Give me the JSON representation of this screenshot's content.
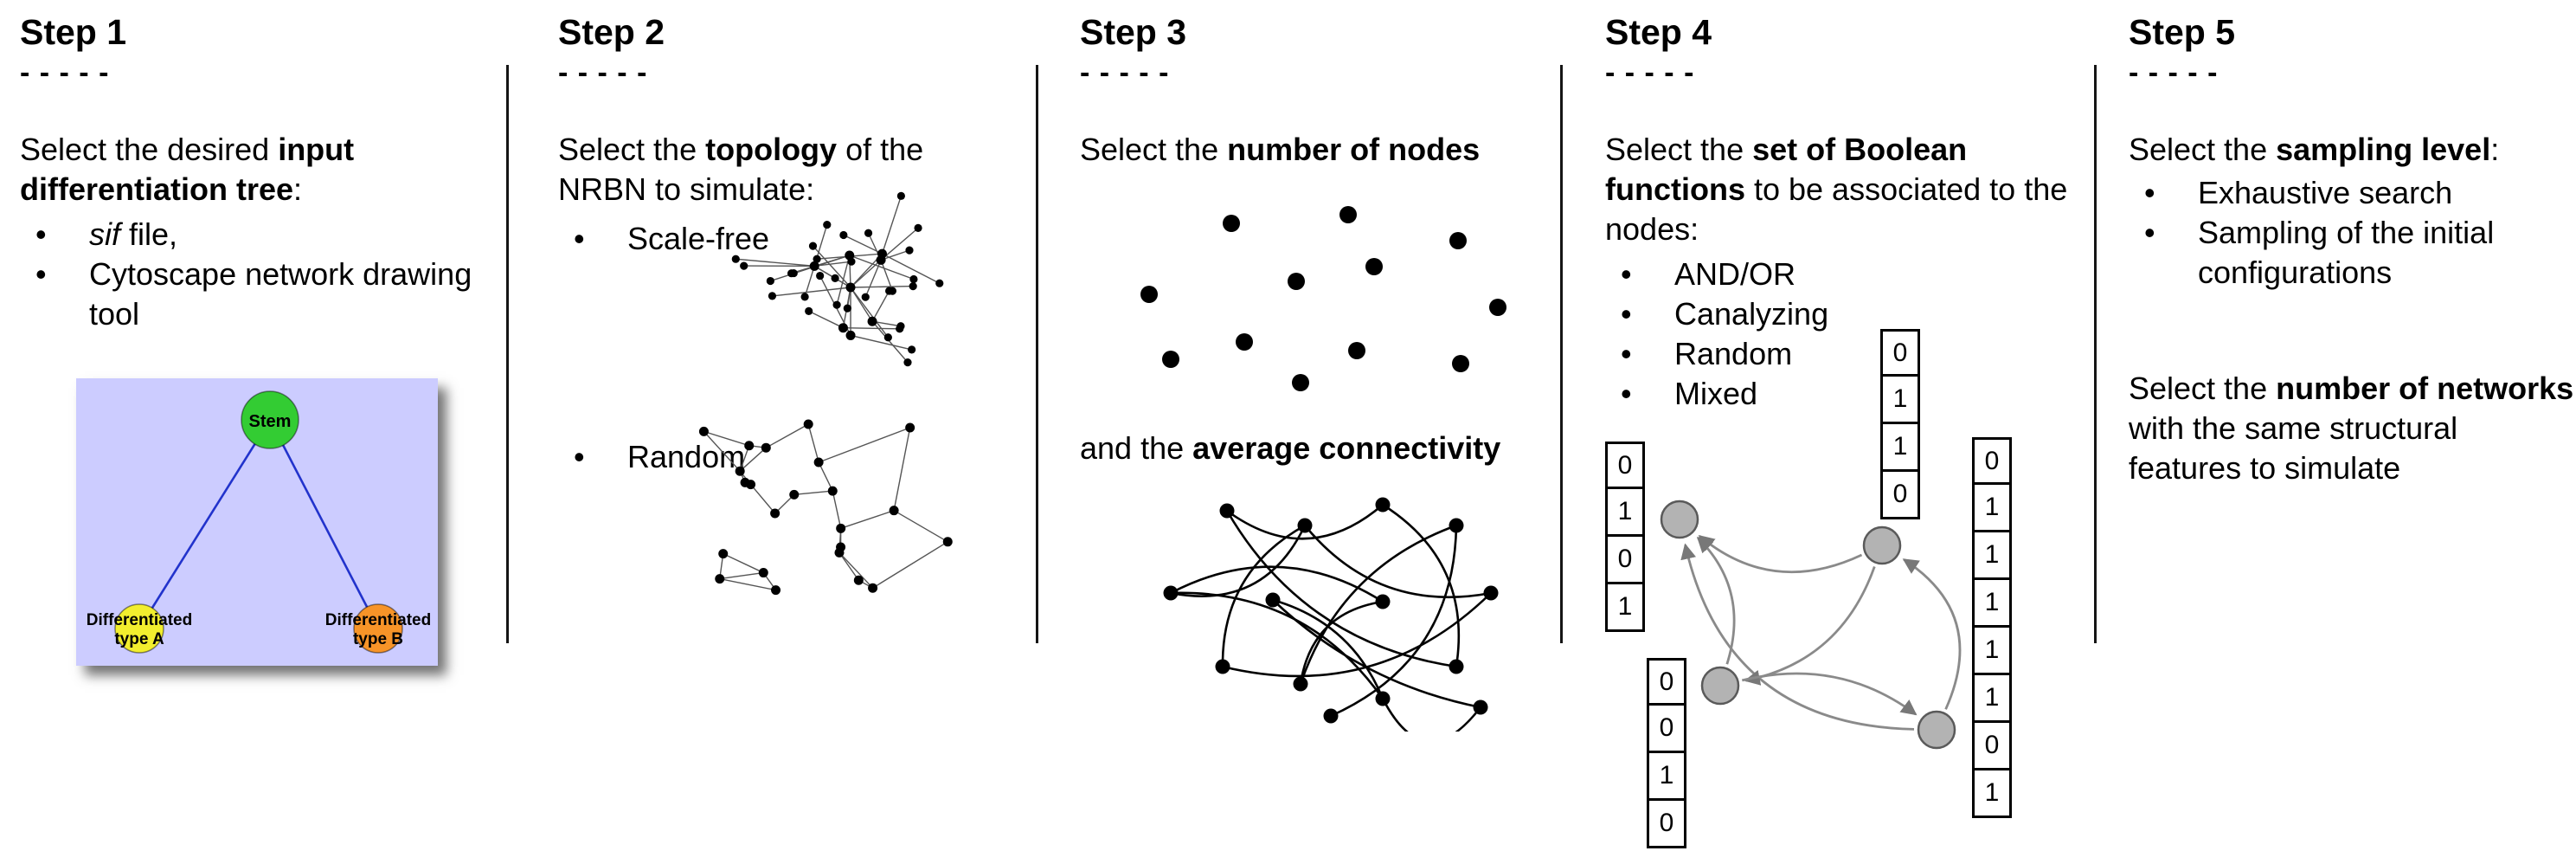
{
  "colors": {
    "divider": "#151515",
    "tree_background": "#ccccff",
    "stem_green": "#33cc33",
    "type_a_yellow": "#f2ee2e",
    "type_b_orange": "#f79428",
    "tree_edge_blue": "#2233cc",
    "network_node_gray": "#b3b3b3",
    "arrow_gray": "#8a8a8a"
  },
  "steps": [
    {
      "title": "Step 1",
      "dashes": "- - - - -",
      "intro": {
        "pre": "Select the desired ",
        "bold": "input differentiation tree",
        "post": ":"
      },
      "bullets": [
        {
          "italic": "sif",
          "text": " file,"
        },
        {
          "italic": "",
          "text": "Cytoscape network drawing tool"
        }
      ],
      "tree": {
        "root_label": "Stem",
        "left_label_line1": "Differentiated",
        "left_label_line2": "type A",
        "right_label_line1": "Differentiated",
        "right_label_line2": "type B"
      }
    },
    {
      "title": "Step 2",
      "dashes": "- - - - -",
      "intro": {
        "pre": "Select the ",
        "bold": "topology",
        "post": " of the NRBN to simulate:"
      },
      "bullets": [
        {
          "text": "Scale-free"
        },
        {
          "text": "Random"
        }
      ]
    },
    {
      "title": "Step 3",
      "dashes": "- - - - -",
      "intro": {
        "pre": "Select the ",
        "bold": "number of nodes",
        "post": ""
      },
      "second": {
        "pre": "and the ",
        "bold": "average connectivity",
        "post": ""
      }
    },
    {
      "title": "Step 4",
      "dashes": "- - - - -",
      "intro": {
        "pre": "Select the ",
        "bold": "set of Boolean functions",
        "post": " to be associated to the nodes:"
      },
      "bullets": [
        {
          "text": "AND/OR"
        },
        {
          "text": "Canalyzing"
        },
        {
          "text": "Random"
        },
        {
          "text": "Mixed"
        }
      ],
      "truth_tables": {
        "left": [
          "0",
          "1",
          "0",
          "1"
        ],
        "top": [
          "0",
          "1",
          "1",
          "0"
        ],
        "right": [
          "0",
          "1",
          "1",
          "1",
          "1",
          "1",
          "0",
          "1"
        ],
        "bottom": [
          "0",
          "0",
          "1",
          "0"
        ]
      }
    },
    {
      "title": "Step 5",
      "dashes": "- - - - -",
      "intro": {
        "pre": "Select the ",
        "bold": "sampling level",
        "post": ":"
      },
      "bullets": [
        {
          "text": "Exhaustive search"
        },
        {
          "text": "Sampling of the initial configurations"
        }
      ],
      "second": {
        "pre": "Select the ",
        "bold": "number of networks",
        "post": " with the same structural features to simulate"
      }
    }
  ]
}
